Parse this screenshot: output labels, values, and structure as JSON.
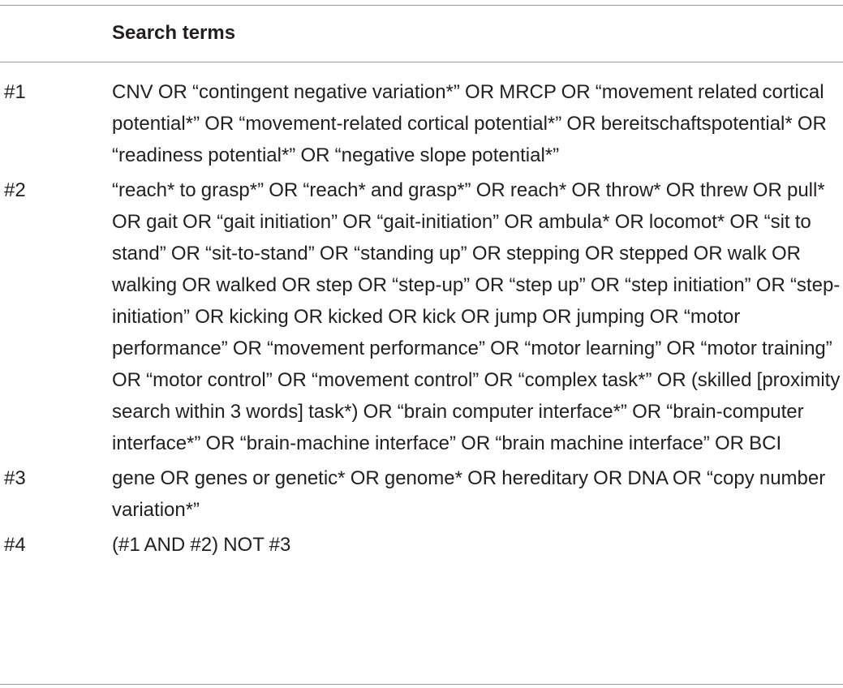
{
  "table": {
    "header": {
      "id_column": "",
      "terms_column": "Search terms"
    },
    "rows": [
      {
        "id": "#1",
        "terms": "CNV OR “contingent negative variation*” OR MRCP OR “movement related cortical potential*” OR “movement-related cortical potential*” OR bereitschaftspotential* OR “readiness potential*” OR “negative slope potential*”"
      },
      {
        "id": "#2",
        "terms": "“reach* to grasp*” OR “reach* and grasp*” OR reach* OR throw* OR threw OR pull* OR gait OR “gait initiation” OR “gait-initiation” OR ambula* OR locomot* OR “sit to stand” OR “sit-to-stand” OR “standing up” OR stepping OR stepped OR walk OR walking OR walked OR step OR “step-up” OR “step up” OR “step initiation” OR “step-initiation” OR kicking OR kicked OR kick OR jump OR jumping OR “motor performance” OR “movement performance” OR “motor learning” OR “motor training” OR “motor control” OR “movement control” OR “complex task*” OR (skilled [proximity search within 3 words] task*) OR “brain computer interface*” OR “brain-computer interface*” OR “brain-machine interface” OR “brain machine interface” OR BCI"
      },
      {
        "id": "#3",
        "terms": "gene OR genes or genetic* OR genome* OR hereditary OR DNA OR “copy number variation*”"
      },
      {
        "id": "#4",
        "terms": "(#1 AND #2) NOT #3"
      }
    ]
  }
}
